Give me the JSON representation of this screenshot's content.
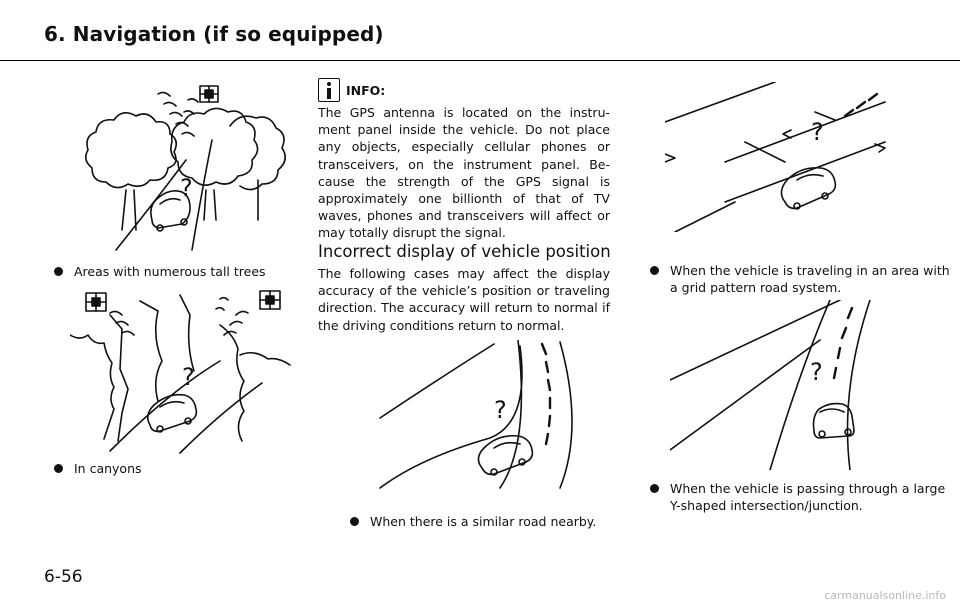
{
  "header": {
    "title": "6. Navigation (if so equipped)"
  },
  "left_column": {
    "bullets": [
      {
        "text": "Areas with numerous tall trees"
      },
      {
        "text": "In canyons"
      }
    ]
  },
  "middle_column": {
    "info_label": "INFO:",
    "info_text": "The GPS antenna is located on the instru-ment panel inside the vehicle. Do not place any objects, especially cellular phones or transceivers, on the instrument panel. Be-cause the strength of the GPS signal is approximately one billionth of that of TV waves, phones and transceivers will affect or may totally disrupt the signal.",
    "section_title": "Incorrect display of vehicle position",
    "section_text": "The following cases may affect the display accuracy of the vehicle’s position or traveling direction. The accuracy will return to normal if the driving conditions return to normal.",
    "bullets": [
      {
        "text": "When there is a similar road nearby."
      }
    ]
  },
  "right_column": {
    "bullets": [
      {
        "text": "When the vehicle is traveling in an area with a grid pattern road system."
      },
      {
        "text": "When the vehicle is passing through a large Y-shaped intersection/junction."
      }
    ]
  },
  "illustrations": {
    "question_mark": "?"
  },
  "footer": {
    "page_number": "6-56",
    "watermark": "carmanualsonline.info"
  }
}
